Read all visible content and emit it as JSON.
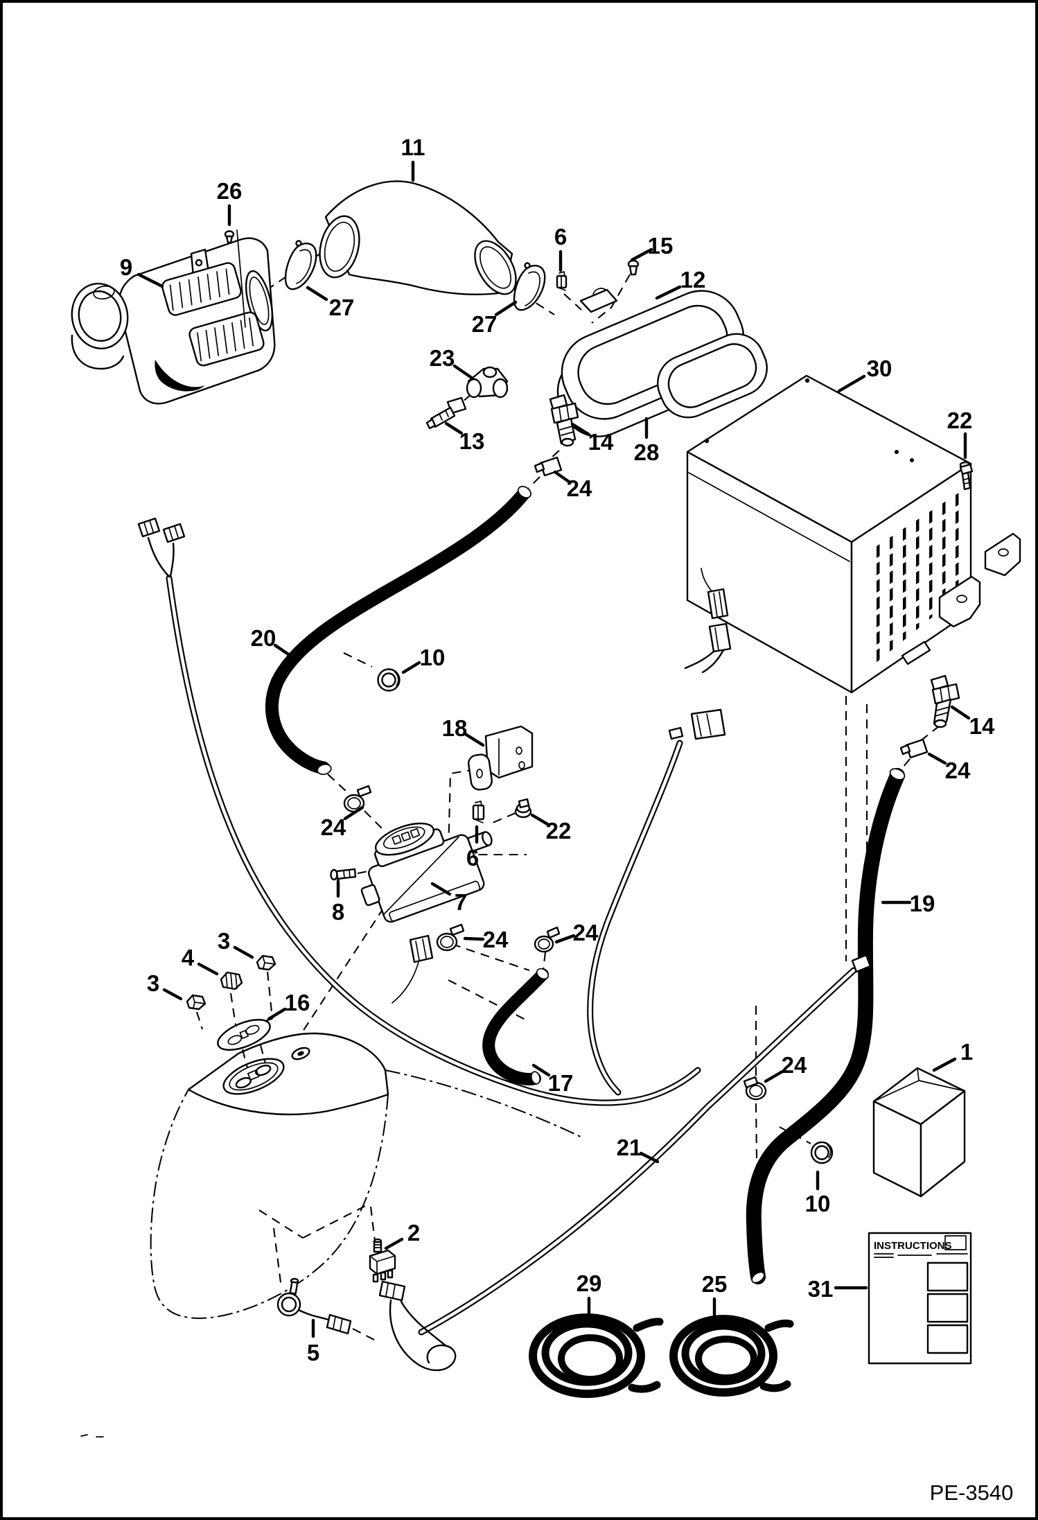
{
  "page": {
    "background": "#ffffff",
    "ink": "#000000"
  },
  "figure": {
    "kind": "exploded-parts-diagram",
    "drawing_number": "PE-3540"
  },
  "instructions_sheet": {
    "title": "INSTRUCTIONS"
  },
  "callouts": [
    {
      "label": "11"
    },
    {
      "label": "26"
    },
    {
      "label": "9"
    },
    {
      "label": "27"
    },
    {
      "label": "27"
    },
    {
      "label": "6"
    },
    {
      "label": "15"
    },
    {
      "label": "12"
    },
    {
      "label": "23"
    },
    {
      "label": "30"
    },
    {
      "label": "13"
    },
    {
      "label": "14"
    },
    {
      "label": "28"
    },
    {
      "label": "22"
    },
    {
      "label": "24"
    },
    {
      "label": "20"
    },
    {
      "label": "10"
    },
    {
      "label": "18"
    },
    {
      "label": "14"
    },
    {
      "label": "24"
    },
    {
      "label": "24"
    },
    {
      "label": "6"
    },
    {
      "label": "22"
    },
    {
      "label": "8"
    },
    {
      "label": "7"
    },
    {
      "label": "24"
    },
    {
      "label": "24"
    },
    {
      "label": "3"
    },
    {
      "label": "4"
    },
    {
      "label": "3"
    },
    {
      "label": "16"
    },
    {
      "label": "17"
    },
    {
      "label": "21"
    },
    {
      "label": "19"
    },
    {
      "label": "1"
    },
    {
      "label": "24"
    },
    {
      "label": "10"
    },
    {
      "label": "2"
    },
    {
      "label": "5"
    },
    {
      "label": "29"
    },
    {
      "label": "25"
    },
    {
      "label": "31"
    }
  ]
}
